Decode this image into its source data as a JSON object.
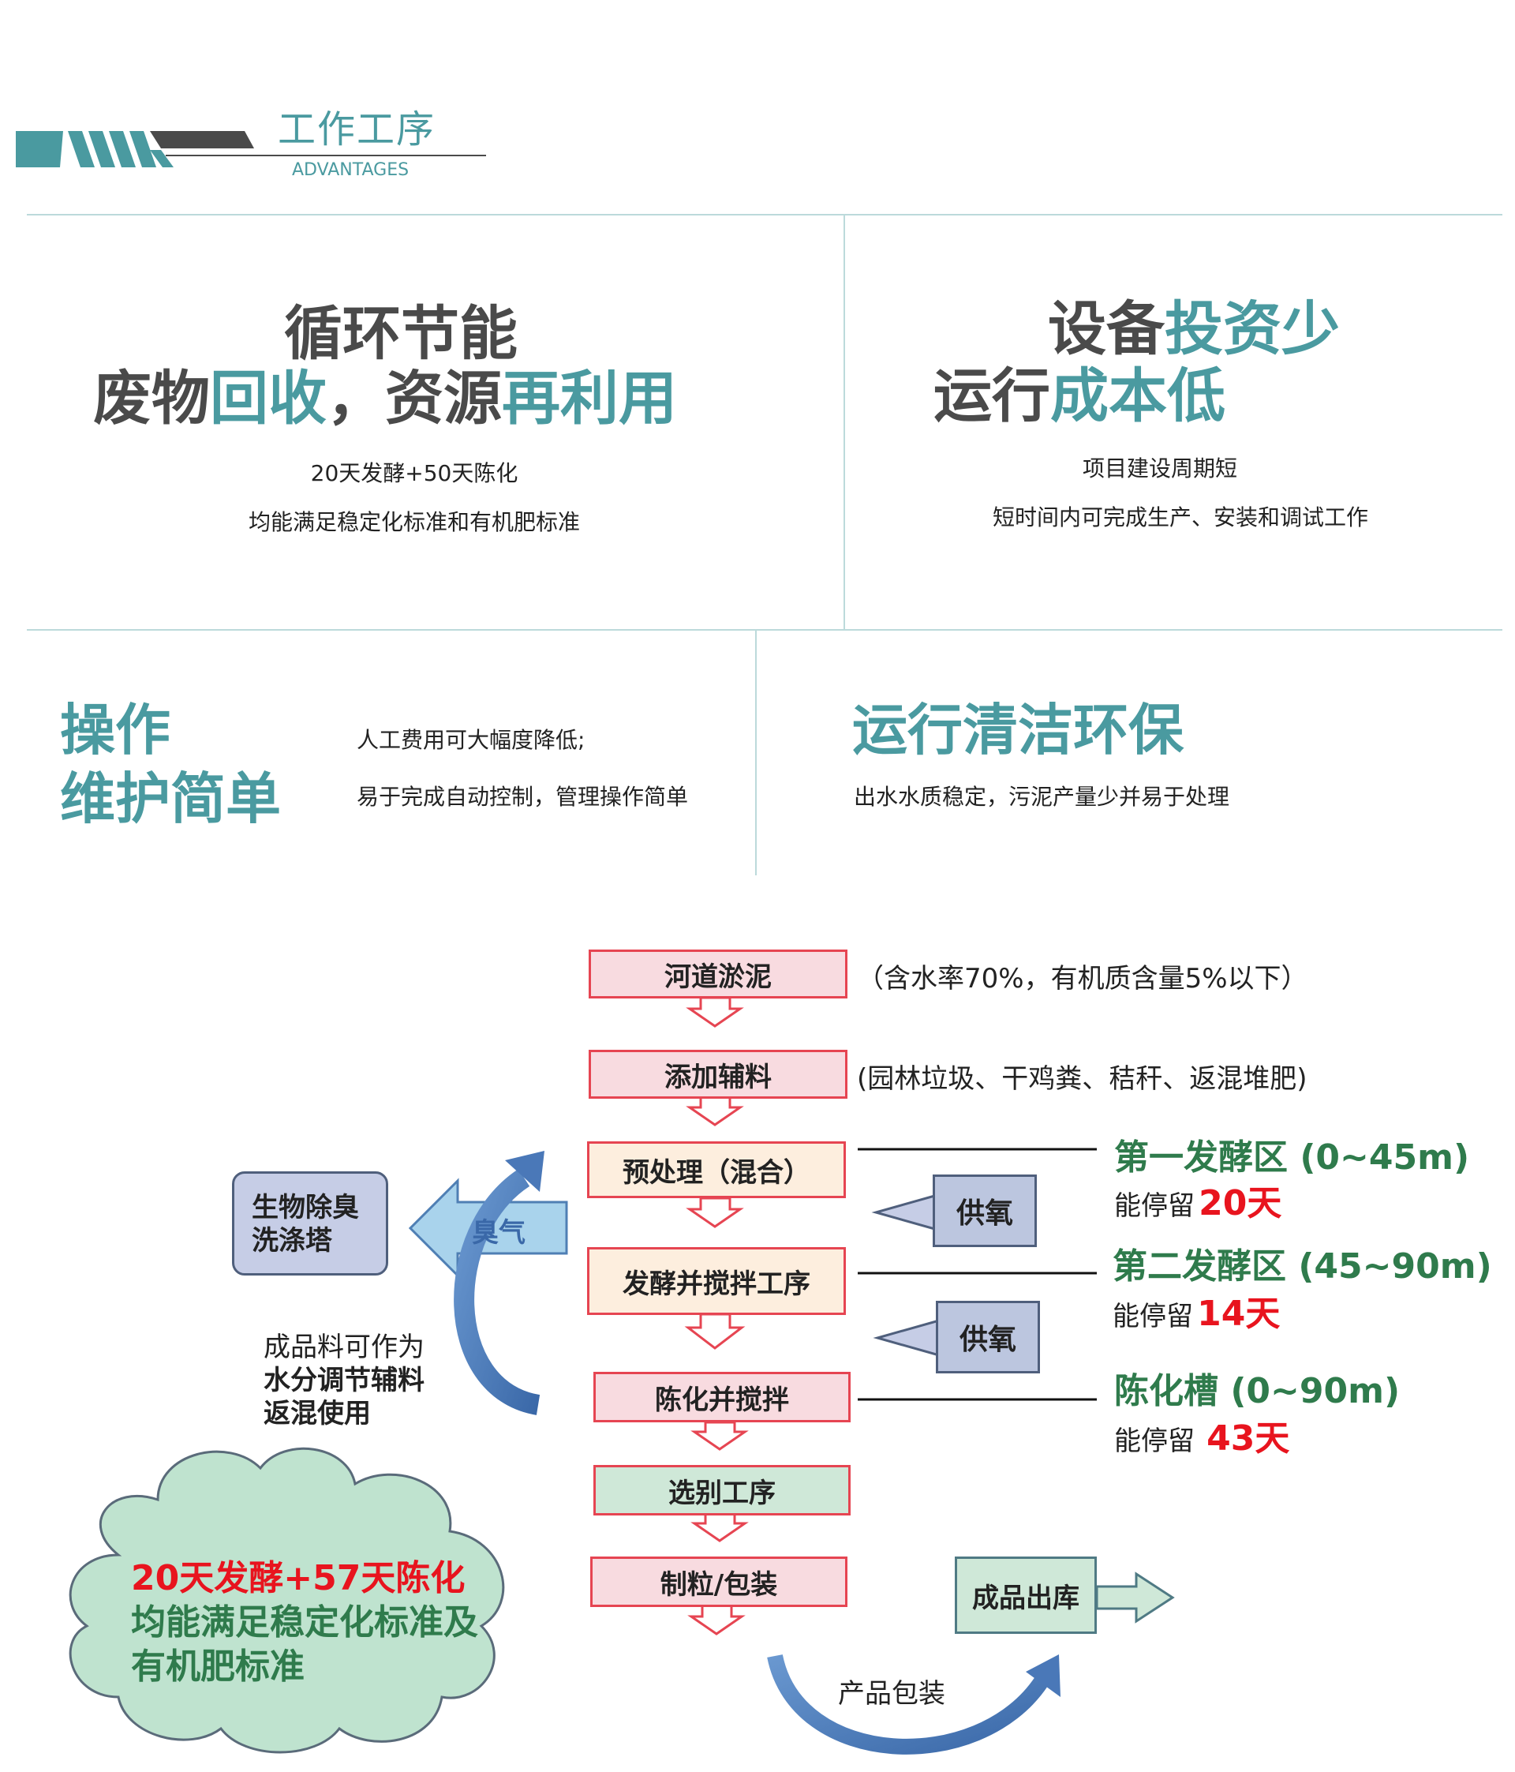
{
  "header": {
    "title": "工作工序",
    "subtitle": "ADVANTAGES"
  },
  "features": {
    "recycle": {
      "line1": "循环节能",
      "line2_a": "废物",
      "line2_b": "回收",
      "line2_c": "，资源",
      "line2_d": "再利用",
      "desc1": "20天发酵+50天陈化",
      "desc2": "均能满足稳定化标准和有机肥标准"
    },
    "investment": {
      "line1_a": "设备",
      "line1_b": "投资少",
      "line2_a": "运行",
      "line2_b": "成本低",
      "desc1": "项目建设周期短",
      "desc2": "短时间内可完成生产、安装和调试工作"
    },
    "operation": {
      "line1": "操作",
      "line2": "维护简单",
      "desc1": "人工费用可大幅度降低;",
      "desc2": "易于完成自动控制，管理操作简单"
    },
    "clean": {
      "title": "运行清洁环保",
      "desc": "出水水质稳定，污泥产量少并易于处理"
    }
  },
  "flow": {
    "steps": [
      {
        "label": "河道淤泥",
        "note": "（含水率70%，有机质含量5%以下）"
      },
      {
        "label": "添加辅料",
        "note": "(园林垃圾、干鸡粪、秸秆、返混堆肥)"
      },
      {
        "label": "预处理（混合）"
      },
      {
        "label": "发酵并搅拌工序"
      },
      {
        "label": "陈化并搅拌"
      },
      {
        "label": "选别工序"
      },
      {
        "label": "制粒/包装"
      }
    ],
    "zones": [
      {
        "title": "第一发酵区 (0~45m)",
        "stay": "能停留",
        "days": "20天"
      },
      {
        "title": "第二发酵区 (45~90m)",
        "stay": "能停留",
        "days": "14天"
      },
      {
        "title": "陈化槽 (0~90m)",
        "stay": "能停留",
        "days": "43天"
      }
    ],
    "oxygen": [
      "供氧",
      "供氧"
    ],
    "odor_label": "臭气",
    "deodor": [
      "生物除臭",
      "洗涤塔"
    ],
    "recycle_note": [
      "成品料可作为",
      "水分调节辅料",
      "返混使用"
    ],
    "output": "成品出库",
    "packaging": "产品包装",
    "cloud": [
      "20天发酵+57天陈化",
      "均能满足稳定化标准及",
      "有机肥标准"
    ]
  },
  "colors": {
    "teal": "#4a9aa0",
    "dark": "#4a4a4a",
    "red_border": "#e64552",
    "zone_green": "#2f7b4c",
    "days_red": "#e8141e",
    "arrow_blue": "#4a78b8"
  }
}
